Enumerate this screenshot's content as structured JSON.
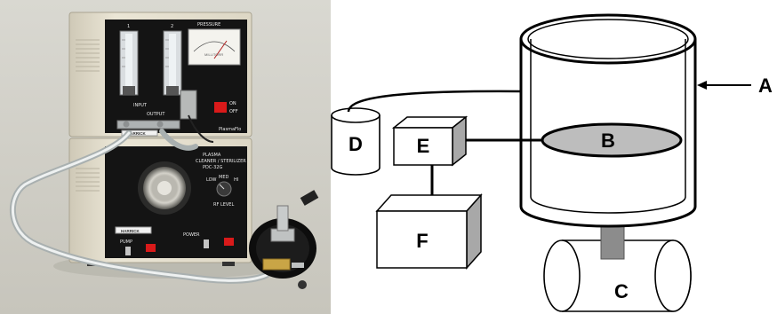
{
  "photo": {
    "brand": "HARRICK",
    "top_unit": {
      "gauge_title": "PRESSURE",
      "gauge_unit": "MILLITORR",
      "flowmeter_1": "1",
      "flowmeter_2": "2",
      "inlet_label": "INPUT",
      "outlet_label": "OUTPUT",
      "on_label": "ON",
      "off_label": "OFF",
      "model": "PlasmaFlo"
    },
    "bottom_unit": {
      "title_line1": "PLASMA",
      "title_line2": "CLEANER / STERILIZER",
      "model": "PDC-32G",
      "rf_level": "RF LEVEL",
      "low": "LOW",
      "med": "MED",
      "high": "HI",
      "power": "POWER",
      "pump": "PUMP"
    }
  },
  "diagram": {
    "labels": {
      "A": "A",
      "B": "B",
      "C": "C",
      "D": "D",
      "E": "E",
      "F": "F"
    }
  },
  "colors": {
    "photo_background": "#d3d1c8",
    "housing": "#e4dfcf",
    "panel": "#141414",
    "diagram_line": "#000000",
    "electrode_fill": "#bdbdbd",
    "box_shade": "#a8a8a8"
  }
}
